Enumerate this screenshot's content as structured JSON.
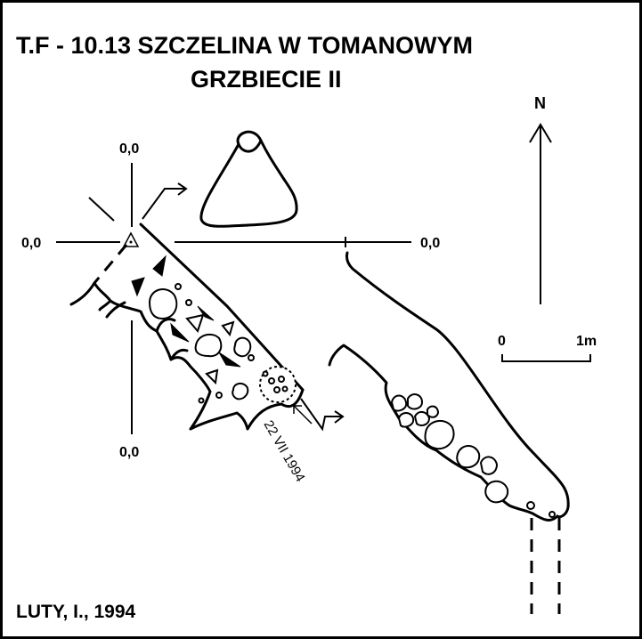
{
  "title": {
    "line1": "T.F - 10.13  SZCZELINA W TOMANOWYM",
    "line2": "GRZBIECIE II"
  },
  "coord_labels": {
    "top": "0,0",
    "left": "0,0",
    "bottom": "0,0",
    "right": "0,0"
  },
  "north_label": "N",
  "scale_bar": {
    "start_label": "0",
    "end_label": "1m"
  },
  "survey_date": "22 VII 1994",
  "author": "LUTY, I., 1994"
}
